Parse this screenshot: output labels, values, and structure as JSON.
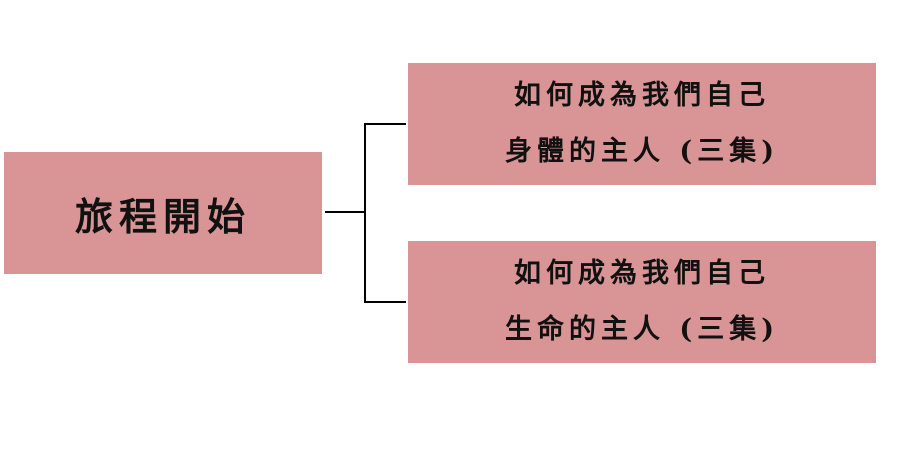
{
  "colors": {
    "box_fill": "#d99595",
    "connector": "#000000",
    "text": "#111111"
  },
  "root": {
    "label": "旅程開始"
  },
  "children": [
    {
      "line1": "如何成為我們自己",
      "line2": "身體的主人 (三集)"
    },
    {
      "line1": "如何成為我們自己",
      "line2": "生命的主人 (三集)"
    }
  ]
}
